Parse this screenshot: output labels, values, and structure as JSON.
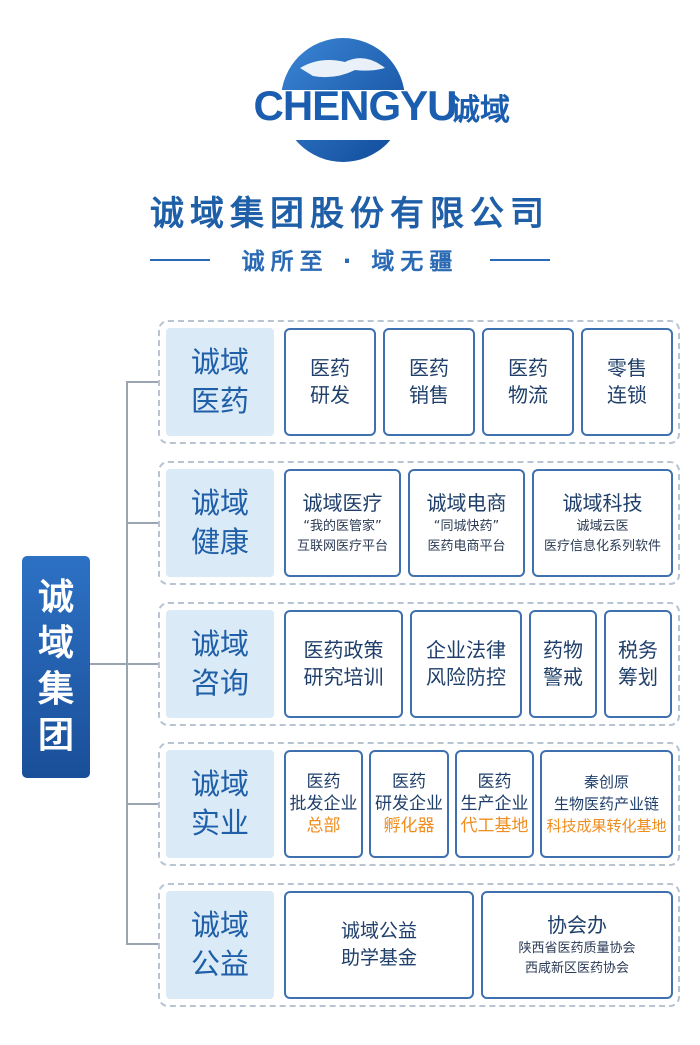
{
  "logo": {
    "text_latin": "CHENGYU",
    "text_cn": "诚域"
  },
  "company_name": "诚域集团股份有限公司",
  "slogan": "诚所至 · 域无疆",
  "group_label": [
    "诚",
    "域",
    "集",
    "团"
  ],
  "sections": [
    {
      "label": [
        "诚域",
        "医药"
      ],
      "boxes": [
        {
          "lines": [
            "医药",
            "研发"
          ]
        },
        {
          "lines": [
            "医药",
            "销售"
          ]
        },
        {
          "lines": [
            "医药",
            "物流"
          ]
        },
        {
          "lines": [
            "零售",
            "连锁"
          ]
        }
      ]
    },
    {
      "label": [
        "诚域",
        "健康"
      ],
      "boxes": [
        {
          "title": "诚域医疗",
          "lines": [
            "“我的医管家”",
            "互联网医疗平台"
          ]
        },
        {
          "title": "诚域电商",
          "lines": [
            "“同城快药”",
            "医药电商平台"
          ]
        },
        {
          "title": "诚域科技",
          "lines": [
            "诚域云医",
            "医疗信息化系列软件"
          ]
        }
      ]
    },
    {
      "label": [
        "诚域",
        "咨询"
      ],
      "boxes": [
        {
          "lines": [
            "医药政策",
            "研究培训"
          ]
        },
        {
          "lines": [
            "企业法律",
            "风险防控"
          ]
        },
        {
          "lines": [
            "药物",
            "警戒"
          ]
        },
        {
          "lines": [
            "税务",
            "筹划"
          ]
        }
      ]
    },
    {
      "label": [
        "诚域",
        "实业"
      ],
      "boxes": [
        {
          "lines": [
            "医药",
            "批发企业"
          ],
          "highlight": "总部"
        },
        {
          "lines": [
            "医药",
            "研发企业"
          ],
          "highlight": "孵化器"
        },
        {
          "lines": [
            "医药",
            "生产企业"
          ],
          "highlight": "代工基地"
        },
        {
          "lines": [
            "秦创原",
            "生物医药产业链"
          ],
          "highlight": "科技成果转化基地"
        }
      ]
    },
    {
      "label": [
        "诚域",
        "公益"
      ],
      "boxes": [
        {
          "lines": [
            "诚域公益",
            "助学基金"
          ]
        },
        {
          "title": "协会办",
          "lines": [
            "陕西省医药质量协会",
            "西咸新区医药协会"
          ]
        }
      ]
    }
  ],
  "colors": {
    "primary": "#1f5fa8",
    "accent_orange": "#ef8d1f",
    "label_bg": "#dbeaf7",
    "dashed_border": "#b8c4d2"
  }
}
